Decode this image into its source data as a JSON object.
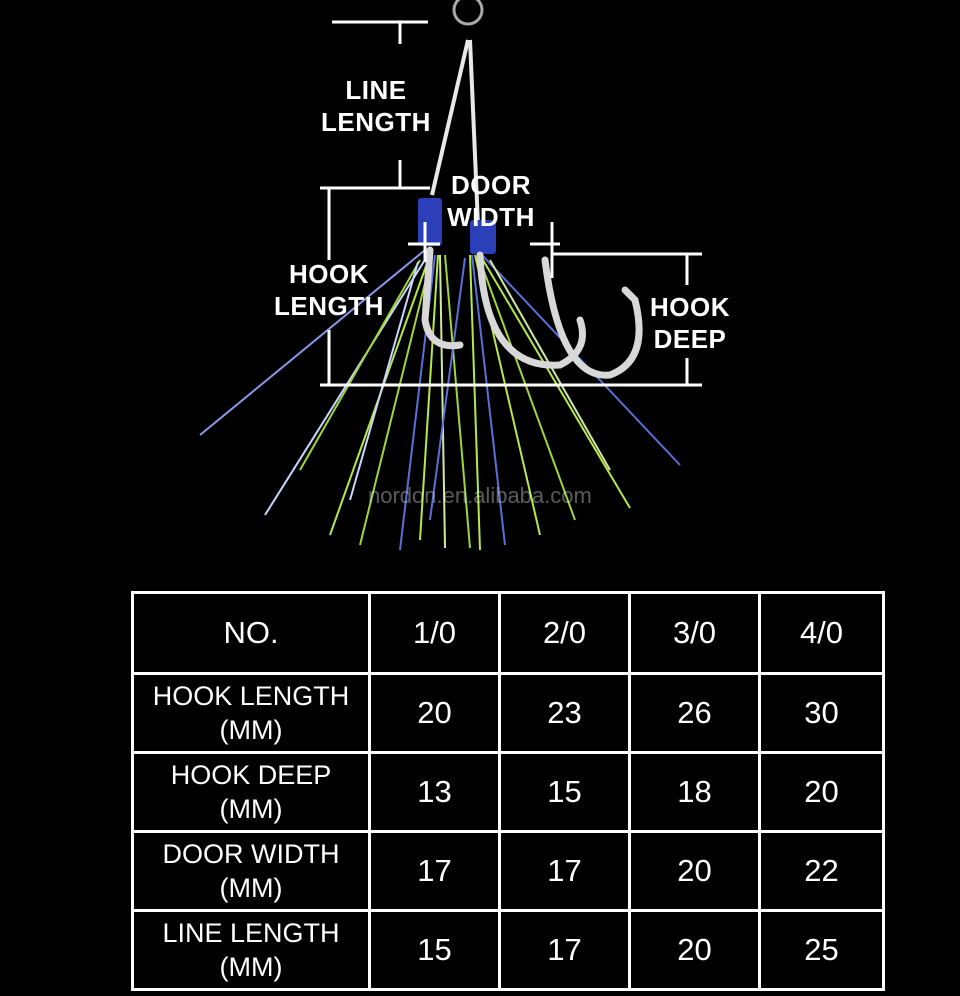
{
  "figure": {
    "labels": {
      "line_length": [
        "LINE",
        "LENGTH"
      ],
      "door_width": [
        "DOOR",
        "WIDTH"
      ],
      "hook_length": [
        "HOOK",
        "LENGTH"
      ],
      "hook_deep": [
        "HOOK",
        "DEEP"
      ]
    },
    "watermark": "nordon.en.alibaba.com",
    "colors": {
      "background": "#000000",
      "guide_lines": "#ffffff",
      "binding_wrap": "#2a3fb8",
      "tinsel_green": "#b6e84a",
      "tinsel_blue": "#5a6fd8",
      "hook_metal": "#d8d8d8"
    }
  },
  "table": {
    "header": [
      "NO.",
      "1/0",
      "2/0",
      "3/0",
      "4/0"
    ],
    "rows": [
      {
        "label": [
          "HOOK LENGTH",
          "(MM)"
        ],
        "values": [
          "20",
          "23",
          "26",
          "30"
        ]
      },
      {
        "label": [
          "HOOK DEEP",
          "(MM)"
        ],
        "values": [
          "13",
          "15",
          "18",
          "20"
        ]
      },
      {
        "label": [
          "DOOR WIDTH",
          "(MM)"
        ],
        "values": [
          "17",
          "17",
          "20",
          "22"
        ]
      },
      {
        "label": [
          "LINE LENGTH",
          "(MM)"
        ],
        "values": [
          "15",
          "17",
          "20",
          "25"
        ]
      }
    ]
  }
}
